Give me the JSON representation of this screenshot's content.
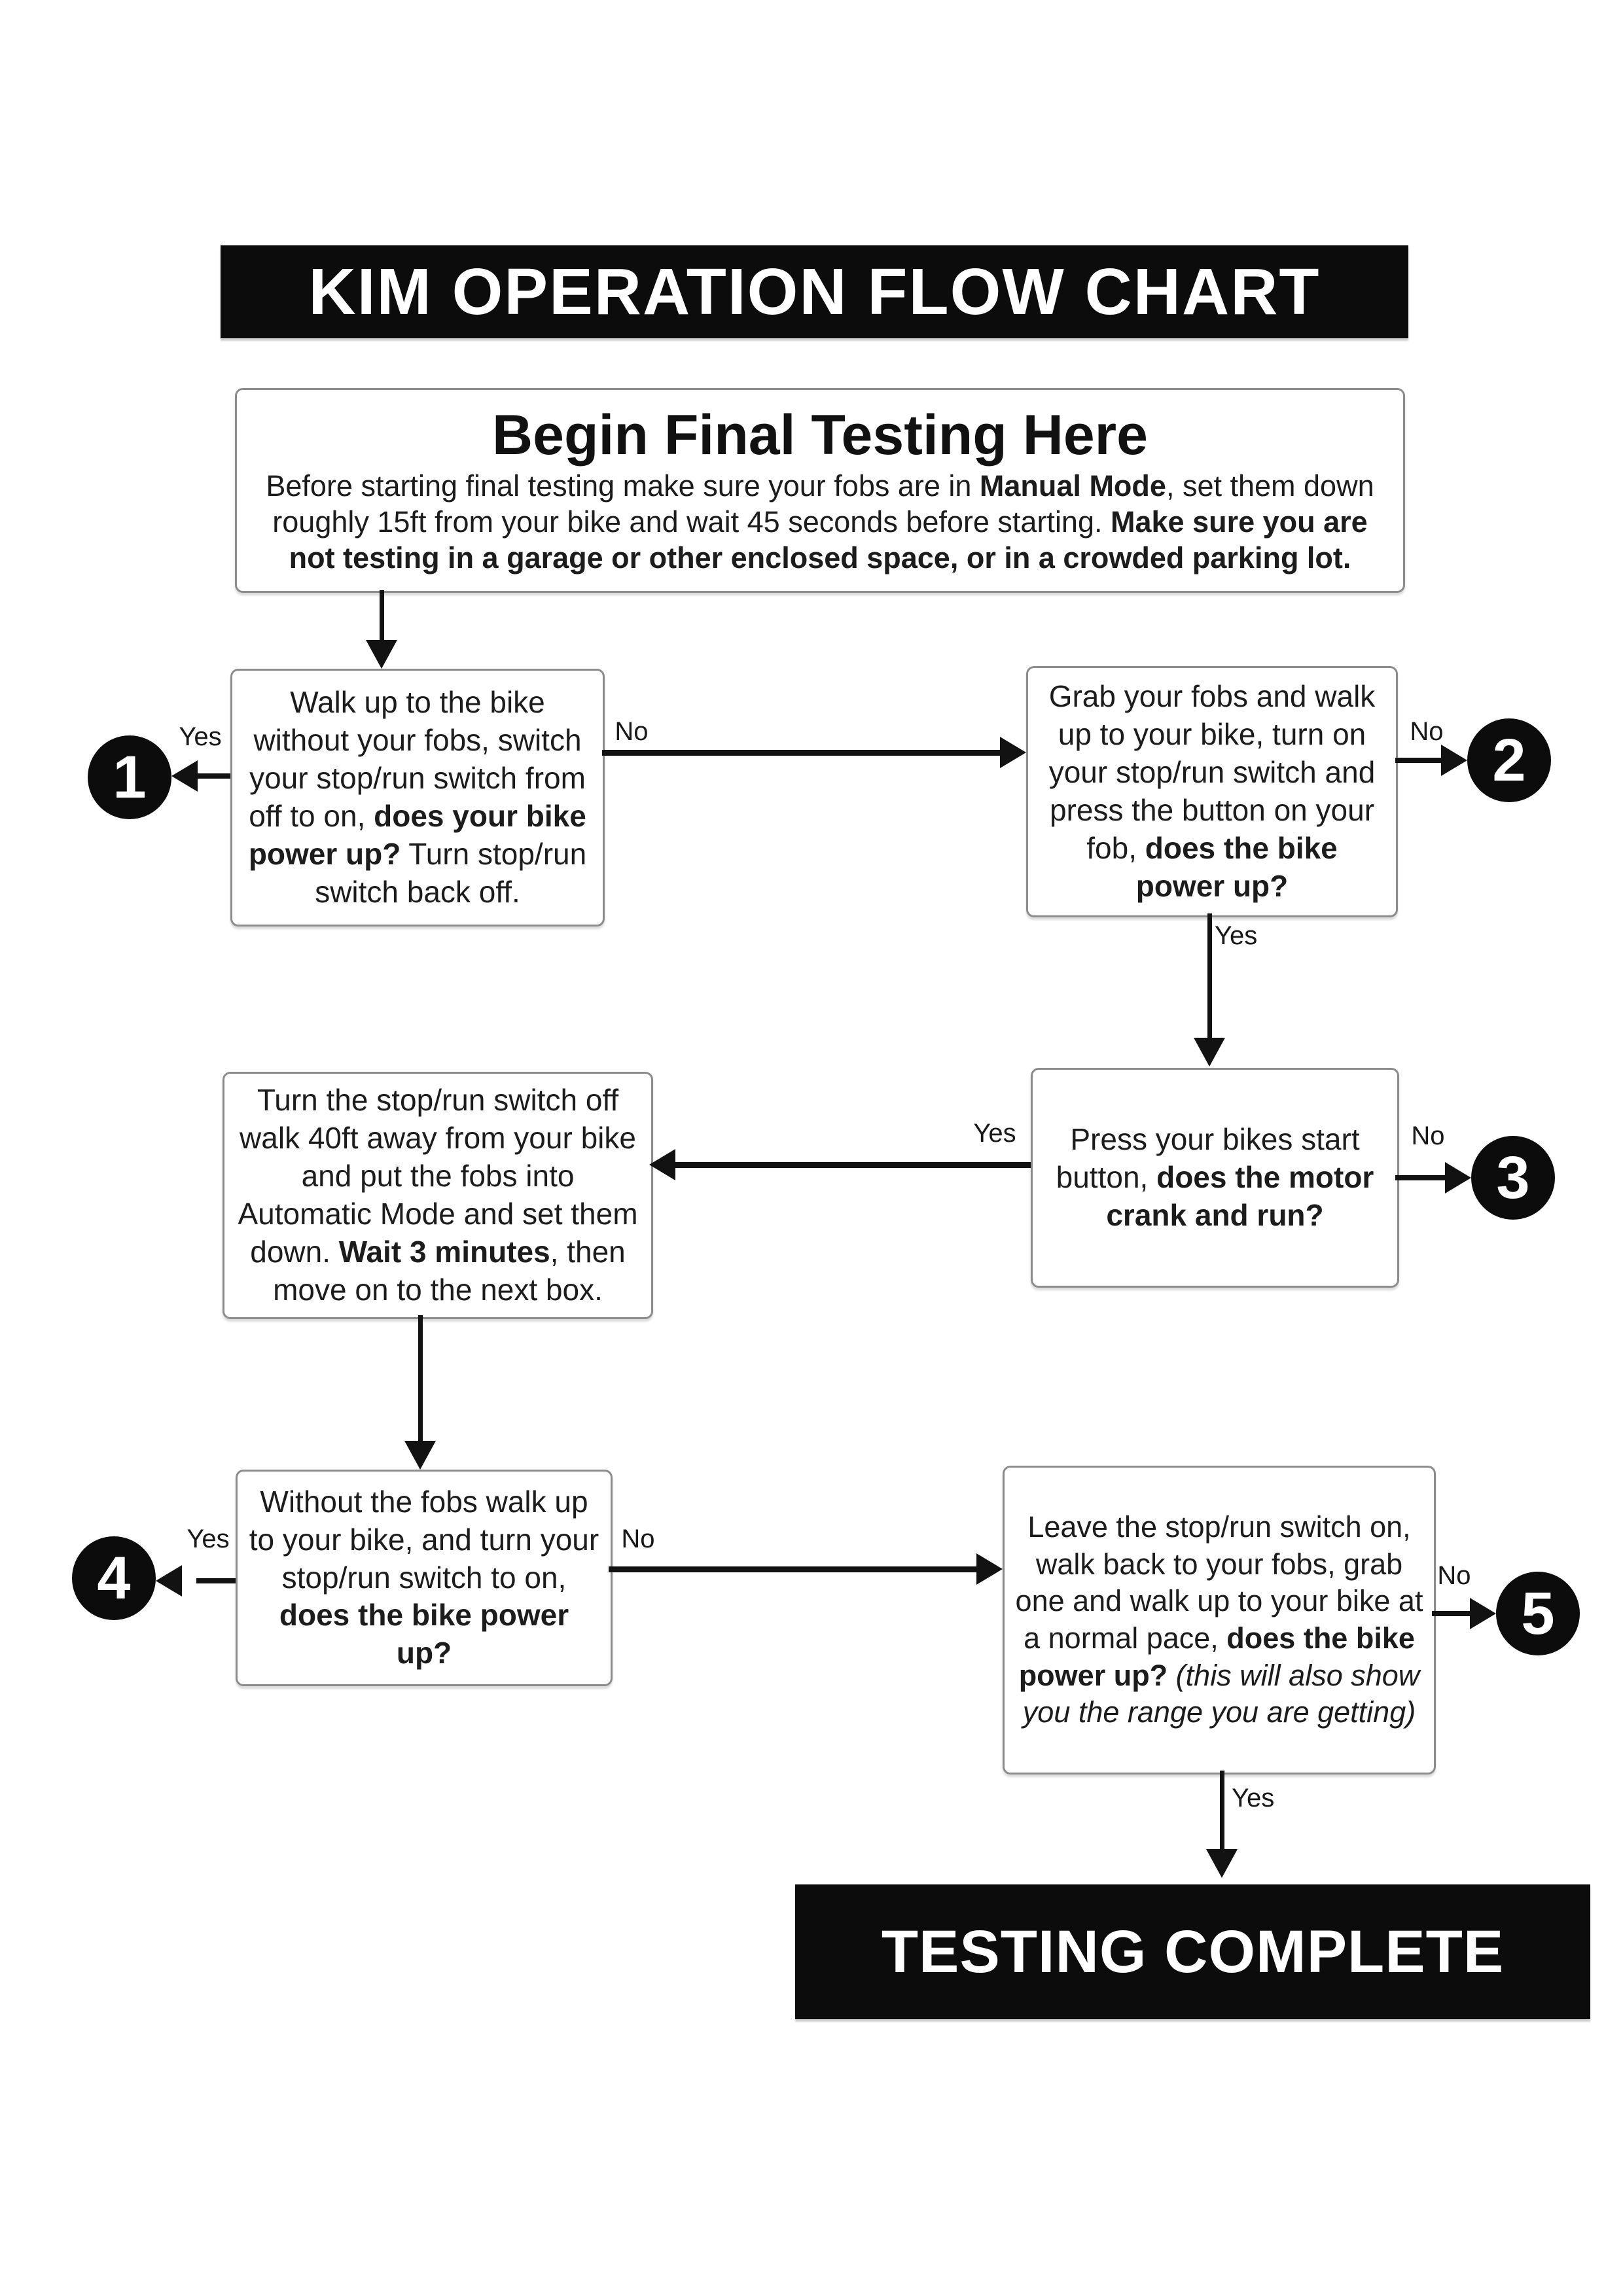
{
  "title": "KIM OPERATION FLOW CHART",
  "colors": {
    "bar_background": "#0c0c0c",
    "bar_text": "#ffffff",
    "box_border": "#8c8c8c",
    "text": "#1c1c1c",
    "arrow": "#121212"
  },
  "labels": {
    "yes": "Yes",
    "no": "No"
  },
  "start": {
    "heading": "Begin Final Testing Here",
    "segments": [
      {
        "text": "Before starting final testing make sure your fobs are in "
      },
      {
        "text": "Manual Mode",
        "bold": true
      },
      {
        "text": ", set them down roughly 15ft from your bike and wait 45 seconds before starting. "
      },
      {
        "text": "Make sure you are not testing in a garage or other enclosed space, or in a crowded parking lot.",
        "bold": true
      }
    ]
  },
  "boxes": {
    "q1": {
      "segments": [
        {
          "text": "Walk up to the bike without your fobs, switch your stop/run switch from off to on, "
        },
        {
          "text": "does your bike power up?",
          "bold": true
        },
        {
          "text": " Turn stop/run switch back off."
        }
      ]
    },
    "q2": {
      "segments": [
        {
          "text": "Grab your fobs and walk up to your bike, turn on your stop/run switch and press the button on your fob, "
        },
        {
          "text": "does the bike power up?",
          "bold": true
        }
      ]
    },
    "q3": {
      "segments": [
        {
          "text": "Press your bikes start button, "
        },
        {
          "text": "does the motor crank and run?",
          "bold": true
        }
      ]
    },
    "step_automatic": {
      "segments": [
        {
          "text": "Turn the stop/run switch off walk 40ft away from your bike and put the fobs into Automatic Mode and set them down. "
        },
        {
          "text": "Wait 3 minutes",
          "bold": true
        },
        {
          "text": ", then move on to the next box."
        }
      ]
    },
    "q4": {
      "segments": [
        {
          "text": "Without the fobs walk up to your bike, and turn your stop/run switch to on, "
        },
        {
          "text": "does the bike power up?",
          "bold": true
        }
      ]
    },
    "q5": {
      "segments": [
        {
          "text": "Leave the stop/run switch on, walk back to your fobs, grab one and walk up to your bike at a normal pace, "
        },
        {
          "text": "does the bike power up?",
          "bold": true
        },
        {
          "text": " (this will also show you the range you are getting)",
          "italic": true
        }
      ]
    }
  },
  "endpoints": [
    "1",
    "2",
    "3",
    "4",
    "5"
  ],
  "end": {
    "label": "TESTING COMPLETE"
  },
  "connections": [
    {
      "from": "start",
      "to": "q1",
      "label": ""
    },
    {
      "from": "q1",
      "to": "endpoint-1",
      "label": "Yes"
    },
    {
      "from": "q1",
      "to": "q2",
      "label": "No"
    },
    {
      "from": "q2",
      "to": "endpoint-2",
      "label": "No"
    },
    {
      "from": "q2",
      "to": "q3",
      "label": "Yes"
    },
    {
      "from": "q3",
      "to": "step_automatic",
      "label": "Yes"
    },
    {
      "from": "q3",
      "to": "endpoint-3",
      "label": "No"
    },
    {
      "from": "step_automatic",
      "to": "q4",
      "label": ""
    },
    {
      "from": "q4",
      "to": "endpoint-4",
      "label": "Yes"
    },
    {
      "from": "q4",
      "to": "q5",
      "label": "No"
    },
    {
      "from": "q5",
      "to": "endpoint-5",
      "label": "No"
    },
    {
      "from": "q5",
      "to": "end",
      "label": "Yes"
    }
  ]
}
